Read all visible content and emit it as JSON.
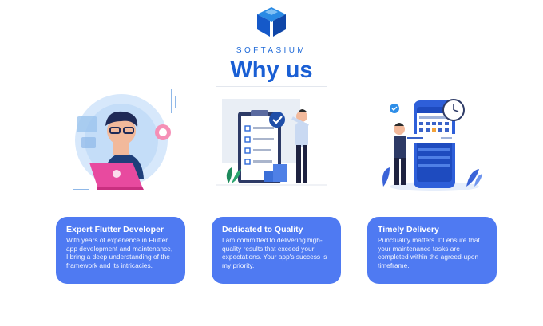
{
  "brand": {
    "name": "SOFTASIUM",
    "logo_icon": "cube-logo-icon",
    "colors": {
      "primary": "#1a5fd4",
      "card": "#4f7af2"
    }
  },
  "section": {
    "title": "Why us"
  },
  "features": [
    {
      "illustration_icon": "developer-laptop-illustration",
      "title": "Expert Flutter Developer",
      "body": "With years of experience in Flutter app development and maintenance, I bring a deep understanding of the framework and its intricacies."
    },
    {
      "illustration_icon": "quality-checklist-illustration",
      "title": "Dedicated to Quality",
      "body": "I am committed to delivering high-quality results that exceed your expectations. Your app's success is my priority."
    },
    {
      "illustration_icon": "calendar-phone-illustration",
      "title": "Timely Delivery",
      "body": "Punctuality matters. I'll ensure that your maintenance tasks are completed within the agreed-upon timeframe."
    }
  ]
}
